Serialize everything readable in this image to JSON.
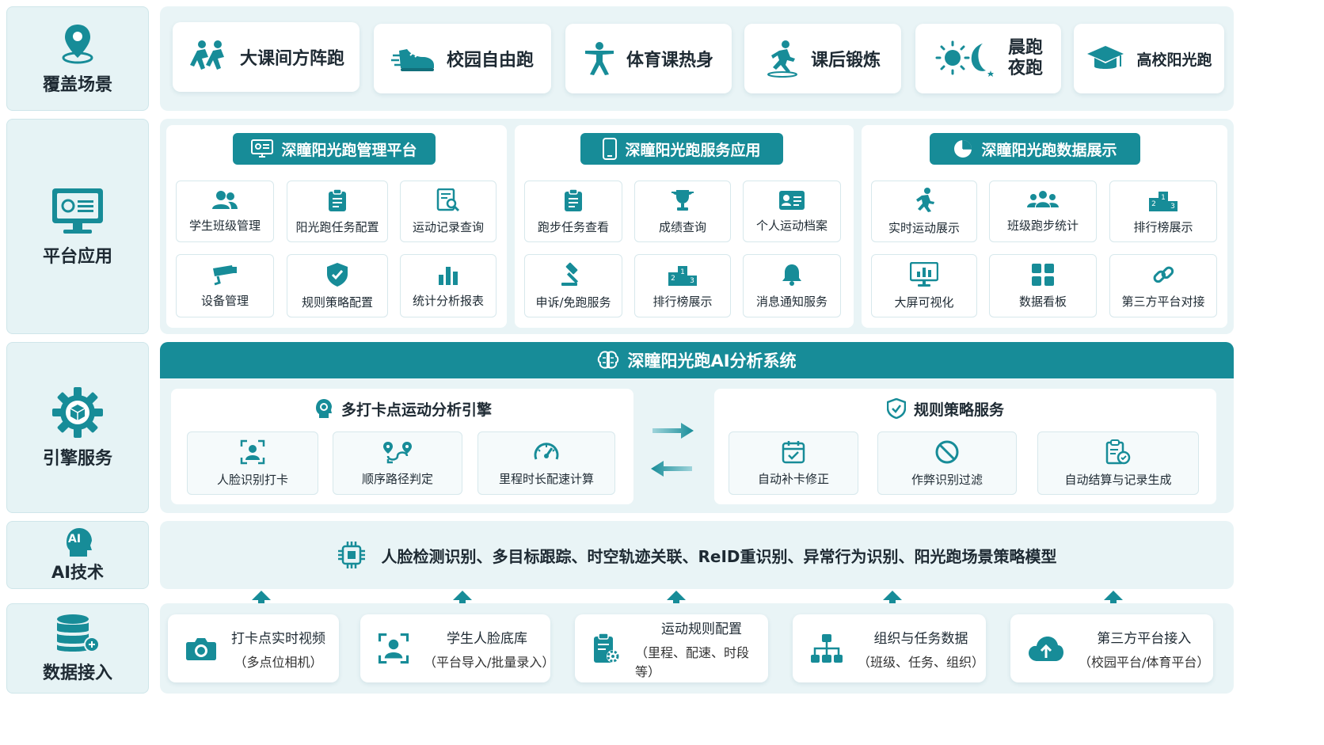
{
  "colors": {
    "teal": "#178c98",
    "teal_dark": "#126f7b",
    "panel_bg": "#e9f4f6",
    "text": "#1e2a33"
  },
  "left_labels": {
    "scenes": "覆盖场景",
    "platform": "平台应用",
    "engine": "引擎服务",
    "ai_badge": "AI",
    "ai": "AI技术",
    "data": "数据接入"
  },
  "scenes": [
    {
      "icon": "running-people-icon",
      "label": "大课间方阵跑"
    },
    {
      "icon": "running-shoe-icon",
      "label": "校园自由跑"
    },
    {
      "icon": "stretch-person-icon",
      "label": "体育课热身"
    },
    {
      "icon": "runner-track-icon",
      "label": "课后锻炼"
    },
    {
      "icon": "sun-moon-icon",
      "line1": "晨跑",
      "line2": "夜跑"
    },
    {
      "icon": "graduation-cap-icon",
      "label": "高校阳光跑"
    }
  ],
  "platform": {
    "groups": [
      {
        "title": "深瞳阳光跑管理平台",
        "title_icon": "monitor-settings-icon",
        "tiles": [
          {
            "icon": "users-icon",
            "label": "学生班级管理"
          },
          {
            "icon": "clipboard-icon",
            "label": "阳光跑任务配置"
          },
          {
            "icon": "document-search-icon",
            "label": "运动记录查询"
          },
          {
            "icon": "camera-icon",
            "label": "设备管理"
          },
          {
            "icon": "shield-check-icon",
            "label": "规则策略配置"
          },
          {
            "icon": "bar-chart-icon",
            "label": "统计分析报表"
          }
        ]
      },
      {
        "title": "深瞳阳光跑服务应用",
        "title_icon": "phone-icon",
        "tiles": [
          {
            "icon": "clipboard-icon",
            "label": "跑步任务查看"
          },
          {
            "icon": "trophy-icon",
            "label": "成绩查询"
          },
          {
            "icon": "id-card-icon",
            "label": "个人运动档案"
          },
          {
            "icon": "gavel-icon",
            "label": "申诉/免跑服务"
          },
          {
            "icon": "podium-icon",
            "label": "排行榜展示"
          },
          {
            "icon": "bell-icon",
            "label": "消息通知服务"
          }
        ]
      },
      {
        "title": "深瞳阳光跑数据展示",
        "title_icon": "pie-chart-icon",
        "tiles": [
          {
            "icon": "runner-icon",
            "label": "实时运动展示"
          },
          {
            "icon": "group-icon",
            "label": "班级跑步统计"
          },
          {
            "icon": "podium-icon",
            "label": "排行榜展示"
          },
          {
            "icon": "monitor-chart-icon",
            "label": "大屏可视化"
          },
          {
            "icon": "dashboard-grid-icon",
            "label": "数据看板"
          },
          {
            "icon": "link-icon",
            "label": "第三方平台对接"
          }
        ]
      }
    ]
  },
  "engine": {
    "title": "深瞳阳光跑AI分析系统",
    "left": {
      "title": "多打卡点运动分析引擎",
      "tiles": [
        {
          "icon": "face-scan-icon",
          "label": "人脸识别打卡"
        },
        {
          "icon": "route-icon",
          "label": "顺序路径判定"
        },
        {
          "icon": "speedometer-icon",
          "label": "里程时长配速计算"
        }
      ]
    },
    "right": {
      "title": "规则策略服务",
      "tiles": [
        {
          "icon": "calendar-check-icon",
          "label": "自动补卡修正"
        },
        {
          "icon": "ban-icon",
          "label": "作弊识别过滤"
        },
        {
          "icon": "clipboard-check-icon",
          "label": "自动结算与记录生成"
        }
      ]
    }
  },
  "ai_tech": "人脸检测识别、多目标跟踪、时空轨迹关联、ReID重识别、异常行为识别、阳光跑场景策略模型",
  "data_sources": [
    {
      "icon": "camera-icon",
      "title": "打卡点实时视频",
      "sub": "（多点位相机）"
    },
    {
      "icon": "face-scan-icon",
      "title": "学生人脸底库",
      "sub": "（平台导入/批量录入）"
    },
    {
      "icon": "clipboard-gear-icon",
      "title": "运动规则配置",
      "sub": "（里程、配速、时段等）"
    },
    {
      "icon": "org-chart-icon",
      "title": "组织与任务数据",
      "sub": "（班级、任务、组织）"
    },
    {
      "icon": "cloud-upload-icon",
      "title": "第三方平台接入",
      "sub": "（校园平台/体育平台）"
    }
  ]
}
